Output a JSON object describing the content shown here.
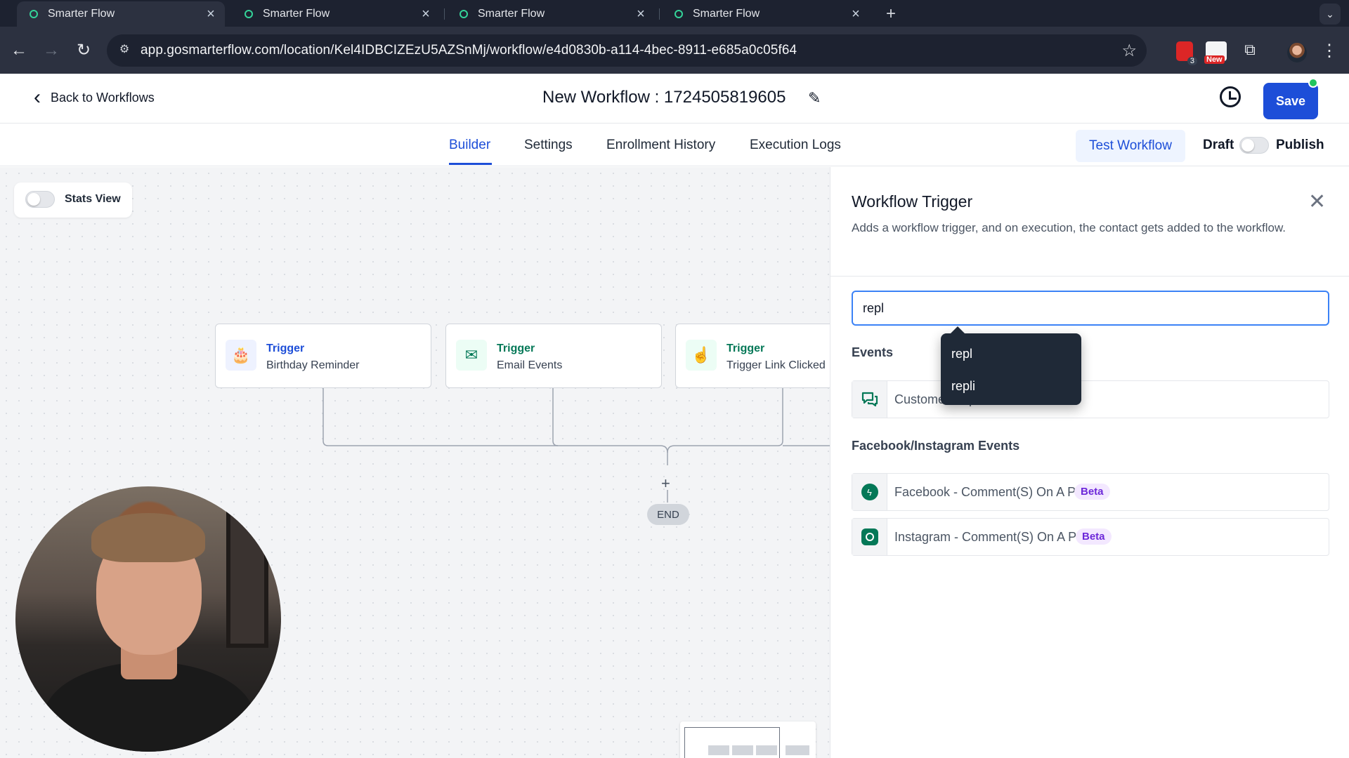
{
  "browser": {
    "tabs": [
      {
        "title": "Smarter Flow",
        "active": true
      },
      {
        "title": "Smarter Flow",
        "active": false
      },
      {
        "title": "Smarter Flow",
        "active": false
      },
      {
        "title": "Smarter Flow",
        "active": false
      }
    ],
    "url": "app.gosmarterflow.com/location/Kel4IDBCIZEzU5AZSnMj/workflow/e4d0830b-a114-4bec-8911-e685a0c05f64",
    "extensions": {
      "badge_count": "3",
      "new_label": "New"
    }
  },
  "header": {
    "back_label": "Back to Workflows",
    "workflow_title": "New Workflow : 1724505819605",
    "save_label": "Save"
  },
  "subnav": {
    "tabs": [
      "Builder",
      "Settings",
      "Enrollment History",
      "Execution Logs"
    ],
    "active_tab": "Builder",
    "test_label": "Test Workflow",
    "draft_label": "Draft",
    "publish_label": "Publish"
  },
  "canvas": {
    "stats_label": "Stats View",
    "triggers": [
      {
        "kind": "Trigger",
        "name": "Birthday Reminder",
        "icon": "cake-icon"
      },
      {
        "kind": "Trigger",
        "name": "Email Events",
        "icon": "mail-icon"
      },
      {
        "kind": "Trigger",
        "name": "Trigger Link Clicked",
        "icon": "click-icon"
      }
    ],
    "end_label": "END",
    "plus_symbol": "+"
  },
  "panel": {
    "title": "Workflow Trigger",
    "description": "Adds a workflow trigger, and on execution, the contact gets added to the workflow.",
    "search_value": "repl",
    "events_label": "Events",
    "events": [
      {
        "text": "Customer Replied",
        "icon": "chat-icon"
      }
    ],
    "fb_section_label": "Facebook/Instagram Events",
    "fb_events": [
      {
        "text": "Facebook - Comment(S) On A Post",
        "badge": "Beta",
        "icon": "messenger-icon"
      },
      {
        "text": "Instagram - Comment(S) On A Post",
        "badge": "Beta",
        "icon": "instagram-icon"
      }
    ]
  },
  "autocomplete": {
    "suggestions": [
      "repl",
      "repli"
    ]
  },
  "colors": {
    "accent": "#1d4ed8",
    "trigger_green": "#047857",
    "beta_purple": "#6d28d9"
  }
}
